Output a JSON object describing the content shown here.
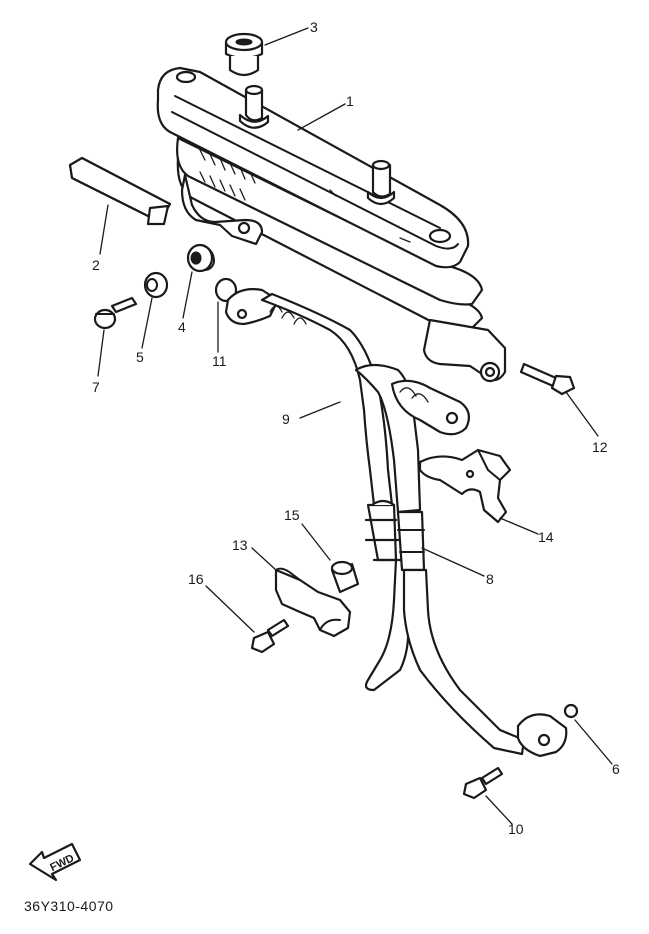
{
  "diagram_code": "36Y310-4070",
  "fwd_label": "FWD",
  "callouts": {
    "p1": "1",
    "p2": "2",
    "p3": "3",
    "p4": "4",
    "p5": "5",
    "p6": "6",
    "p7": "7",
    "p8": "8",
    "p9": "9",
    "p10": "10",
    "p11": "11",
    "p12": "12",
    "p13": "13",
    "p14": "14",
    "p15": "15",
    "p16": "16"
  }
}
